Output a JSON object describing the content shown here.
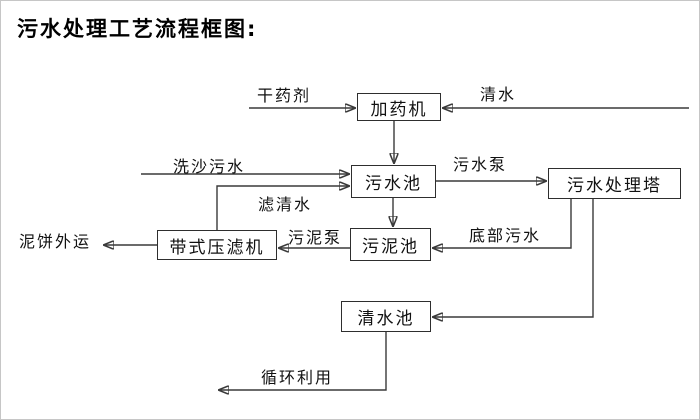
{
  "title": "污水处理工艺流程框图:",
  "nodes": {
    "dosing_machine": "加药机",
    "sewage_pool": "污水池",
    "treatment_tower": "污水处理塔",
    "belt_filter_press": "带式压滤机",
    "sludge_pool": "污泥池",
    "clear_water_pool": "清水池"
  },
  "flow_labels": {
    "dry_chemical": "干药剂",
    "clean_water_in": "清水",
    "sand_wash_sewage": "洗沙污水",
    "sewage_pump": "污水泵",
    "filtered_water": "滤清水",
    "sludge_pump": "污泥泵",
    "bottom_sewage": "底部污水",
    "mud_cake_out": "泥饼外运",
    "recycle_use": "循环利用"
  },
  "edges": [
    {
      "from": "干药剂",
      "to": "加药机"
    },
    {
      "from": "清水",
      "to": "加药机"
    },
    {
      "from": "加药机",
      "to": "污水池"
    },
    {
      "from": "洗沙污水",
      "to": "污水池"
    },
    {
      "from": "带式压滤机",
      "to": "污水池",
      "label": "滤清水"
    },
    {
      "from": "污水池",
      "to": "污水处理塔",
      "label": "污水泵"
    },
    {
      "from": "污水池",
      "to": "污泥池"
    },
    {
      "from": "污泥池",
      "to": "带式压滤机",
      "label": "污泥泵"
    },
    {
      "from": "带式压滤机",
      "to": "泥饼外运"
    },
    {
      "from": "污水处理塔",
      "to": "污泥池",
      "label": "底部污水"
    },
    {
      "from": "污水处理塔",
      "to": "清水池"
    },
    {
      "from": "清水池",
      "to": "循环利用"
    }
  ],
  "colors": {
    "line": "#3a3a3a",
    "box_border": "#2e2e2e",
    "text": "#111111",
    "background": "#ffffff"
  }
}
